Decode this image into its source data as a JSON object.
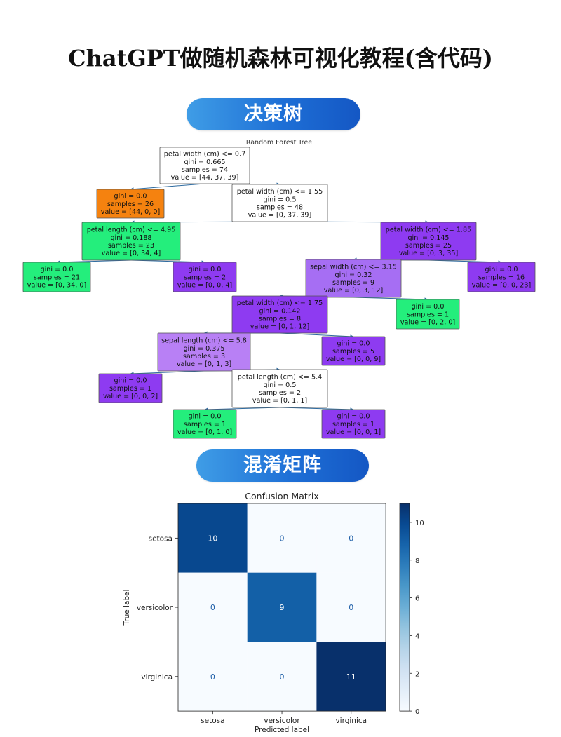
{
  "header": {
    "title": "ChatGPT做随机森林可视化教程(含代码)"
  },
  "sections": {
    "tree_label": "决策树",
    "matrix_label": "混淆矩阵"
  },
  "colors": {
    "class_setosa": "#f5820f",
    "class_versicolor": "#24ee7c",
    "class_virginica": "#8e3bf1",
    "pure_white": "#ffffff",
    "light_virginica": "#b880f5",
    "medium_virginica": "#a66ef3",
    "edge": "#2d6a9f"
  },
  "tree": {
    "title": "Random Forest Tree",
    "nodes": [
      {
        "id": "n0",
        "lines": [
          "petal width (cm) <= 0.7",
          "gini = 0.665",
          "samples = 74",
          "value = [44, 37, 39]"
        ],
        "fill": "pure_white"
      },
      {
        "id": "n1",
        "lines": [
          "gini = 0.0",
          "samples = 26",
          "value = [44, 0, 0]"
        ],
        "fill": "class_setosa"
      },
      {
        "id": "n2",
        "lines": [
          "petal width (cm) <= 1.55",
          "gini = 0.5",
          "samples = 48",
          "value = [0, 37, 39]"
        ],
        "fill": "pure_white"
      },
      {
        "id": "n3",
        "lines": [
          "petal length (cm) <= 4.95",
          "gini = 0.188",
          "samples = 23",
          "value = [0, 34, 4]"
        ],
        "fill": "class_versicolor"
      },
      {
        "id": "n4",
        "lines": [
          "petal width (cm) <= 1.85",
          "gini = 0.145",
          "samples = 25",
          "value = [0, 3, 35]"
        ],
        "fill": "class_virginica"
      },
      {
        "id": "n5",
        "lines": [
          "gini = 0.0",
          "samples = 21",
          "value = [0, 34, 0]"
        ],
        "fill": "class_versicolor"
      },
      {
        "id": "n6",
        "lines": [
          "gini = 0.0",
          "samples = 2",
          "value = [0, 0, 4]"
        ],
        "fill": "class_virginica"
      },
      {
        "id": "n7",
        "lines": [
          "sepal width (cm) <= 3.15",
          "gini = 0.32",
          "samples = 9",
          "value = [0, 3, 12]"
        ],
        "fill": "medium_virginica"
      },
      {
        "id": "n8",
        "lines": [
          "gini = 0.0",
          "samples = 16",
          "value = [0, 0, 23]"
        ],
        "fill": "class_virginica"
      },
      {
        "id": "n9",
        "lines": [
          "petal width (cm) <= 1.75",
          "gini = 0.142",
          "samples = 8",
          "value = [0, 1, 12]"
        ],
        "fill": "class_virginica"
      },
      {
        "id": "n10",
        "lines": [
          "gini = 0.0",
          "samples = 1",
          "value = [0, 2, 0]"
        ],
        "fill": "class_versicolor"
      },
      {
        "id": "n11",
        "lines": [
          "sepal length (cm) <= 5.8",
          "gini = 0.375",
          "samples = 3",
          "value = [0, 1, 3]"
        ],
        "fill": "light_virginica"
      },
      {
        "id": "n12",
        "lines": [
          "gini = 0.0",
          "samples = 5",
          "value = [0, 0, 9]"
        ],
        "fill": "class_virginica"
      },
      {
        "id": "n13",
        "lines": [
          "gini = 0.0",
          "samples = 1",
          "value = [0, 0, 2]"
        ],
        "fill": "class_virginica"
      },
      {
        "id": "n14",
        "lines": [
          "petal length (cm) <= 5.4",
          "gini = 0.5",
          "samples = 2",
          "value = [0, 1, 1]"
        ],
        "fill": "pure_white"
      },
      {
        "id": "n15",
        "lines": [
          "gini = 0.0",
          "samples = 1",
          "value = [0, 1, 0]"
        ],
        "fill": "class_versicolor"
      },
      {
        "id": "n16",
        "lines": [
          "gini = 0.0",
          "samples = 1",
          "value = [0, 0, 1]"
        ],
        "fill": "class_virginica"
      }
    ],
    "edges": [
      [
        "n0",
        "n1"
      ],
      [
        "n0",
        "n2"
      ],
      [
        "n2",
        "n3"
      ],
      [
        "n2",
        "n4"
      ],
      [
        "n3",
        "n5"
      ],
      [
        "n3",
        "n6"
      ],
      [
        "n4",
        "n7"
      ],
      [
        "n4",
        "n8"
      ],
      [
        "n7",
        "n9"
      ],
      [
        "n7",
        "n10"
      ],
      [
        "n9",
        "n11"
      ],
      [
        "n9",
        "n12"
      ],
      [
        "n11",
        "n13"
      ],
      [
        "n11",
        "n14"
      ],
      [
        "n14",
        "n15"
      ],
      [
        "n14",
        "n16"
      ]
    ]
  },
  "chart_data": {
    "type": "heatmap",
    "title": "Confusion Matrix",
    "xlabel": "Predicted label",
    "ylabel": "True label",
    "x_categories": [
      "setosa",
      "versicolor",
      "virginica"
    ],
    "y_categories": [
      "setosa",
      "versicolor",
      "virginica"
    ],
    "values": [
      [
        10,
        0,
        0
      ],
      [
        0,
        9,
        0
      ],
      [
        0,
        0,
        11
      ]
    ],
    "colorbar": {
      "min": 0,
      "max": 11,
      "ticks": [
        0,
        2,
        4,
        6,
        8,
        10
      ]
    },
    "colormap": "Blues"
  }
}
